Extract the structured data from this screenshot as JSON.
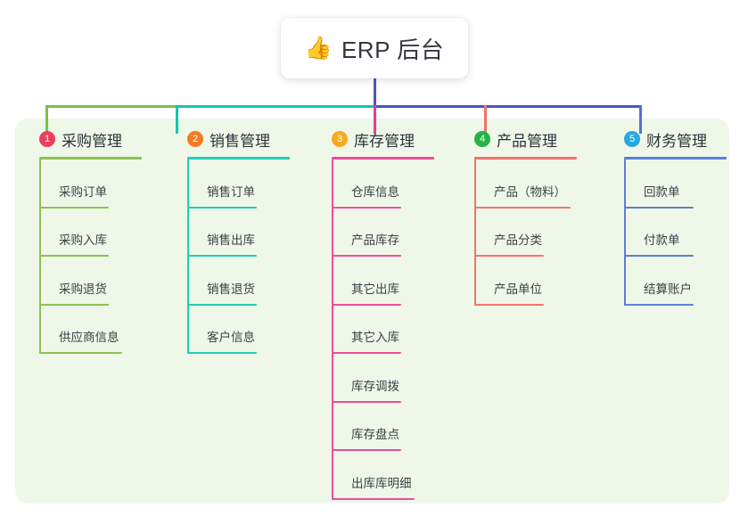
{
  "root": {
    "icon": "thumbs-up-emoji",
    "emoji": "👍",
    "title": "ERP 后台"
  },
  "colors": {
    "board_background": "#eff7e9",
    "page_background": "#ffffff",
    "title_text": "#34373f",
    "stem_blue": "#4a53c4",
    "connector_green": "#7cbf4f",
    "connector_teal": "#10c7ae",
    "connector_pink": "#ea3f8a",
    "connector_coral": "#f2706b",
    "connector_blue": "#5470d6"
  },
  "connectors": {
    "stem_color": "#4a53c4",
    "bus_segments": [
      {
        "name": "green-segment",
        "color": "#7cbf4f"
      },
      {
        "name": "teal-segment",
        "color": "#10c7ae"
      },
      {
        "name": "blue-segment",
        "color": "#4a53c4"
      }
    ],
    "drops": [
      {
        "name": "drop-purchasing",
        "color": "#7cbf4f"
      },
      {
        "name": "drop-sales",
        "color": "#10c7ae"
      },
      {
        "name": "drop-inventory",
        "color": "#ea3f8a"
      },
      {
        "name": "drop-product",
        "color": "#f2706b"
      },
      {
        "name": "drop-finance",
        "color": "#5470d6"
      }
    ]
  },
  "columns": [
    {
      "id": "purchasing",
      "number": "1",
      "title": "采购管理",
      "badge_color": "#ec3f5e",
      "line_color": "#8cc152",
      "items": [
        {
          "label": "采购订单"
        },
        {
          "label": "采购入库"
        },
        {
          "label": "采购退货"
        },
        {
          "label": "供应商信息"
        }
      ]
    },
    {
      "id": "sales",
      "number": "2",
      "title": "销售管理",
      "badge_color": "#f47b26",
      "line_color": "#21cdb4",
      "items": [
        {
          "label": "销售订单"
        },
        {
          "label": "销售出库"
        },
        {
          "label": "销售退货"
        },
        {
          "label": "客户信息"
        }
      ]
    },
    {
      "id": "inventory",
      "number": "3",
      "title": "库存管理",
      "badge_color": "#f5ab1c",
      "line_color": "#ef4c9a",
      "items": [
        {
          "label": "仓库信息"
        },
        {
          "label": "产品库存"
        },
        {
          "label": "其它出库"
        },
        {
          "label": "其它入库"
        },
        {
          "label": "库存调拨"
        },
        {
          "label": "库存盘点"
        },
        {
          "label": "出库库明细"
        }
      ]
    },
    {
      "id": "product",
      "number": "4",
      "title": "产品管理",
      "badge_color": "#26b24b",
      "line_color": "#f4736d",
      "items": [
        {
          "label": "产品（物料）"
        },
        {
          "label": "产品分类"
        },
        {
          "label": "产品单位"
        }
      ]
    },
    {
      "id": "finance",
      "number": "5",
      "title": "财务管理",
      "badge_color": "#29a8e0",
      "line_color": "#5c7fd6",
      "items": [
        {
          "label": "回款单"
        },
        {
          "label": "付款单"
        },
        {
          "label": "结算账户"
        }
      ]
    }
  ]
}
